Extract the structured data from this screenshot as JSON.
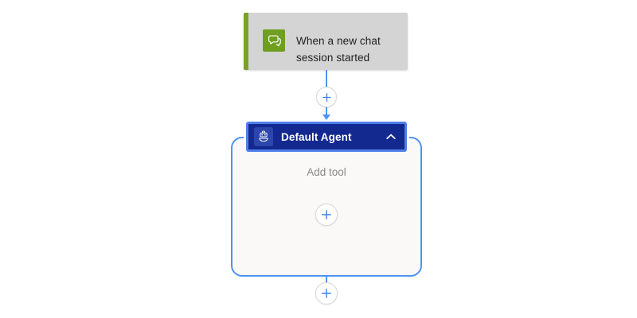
{
  "canvas": {
    "background": "#ffffff",
    "accent_blue": "#4f93f2",
    "agent_header_blue": "#13298f",
    "agent_selection_blue": "#4f7fe8",
    "trigger_green": "#6f9f1f",
    "trigger_card_gray": "#d4d4d4",
    "container_fill": "#faf9f8"
  },
  "trigger_node": {
    "title": "When a new chat\nsession started",
    "icon": "chat-bubbles-icon",
    "accent_color": "#7ba224",
    "background_color": "#d4d4d4"
  },
  "connector_top": {
    "add_button_label": "+",
    "add_button_title": "Insert a new step",
    "icon": "plus-icon",
    "has_arrowhead": true
  },
  "agent_node": {
    "title": "Default Agent",
    "icon": "robot-icon",
    "collapse_icon": "chevron-up-icon",
    "collapse_title": "Collapse",
    "selected": true,
    "body": {
      "empty_label": "Add tool",
      "add_button_label": "+",
      "add_button_title": "Add a tool",
      "icon": "plus-icon"
    }
  },
  "connector_bottom": {
    "add_button_label": "+",
    "add_button_title": "Insert a new step",
    "icon": "plus-icon"
  }
}
